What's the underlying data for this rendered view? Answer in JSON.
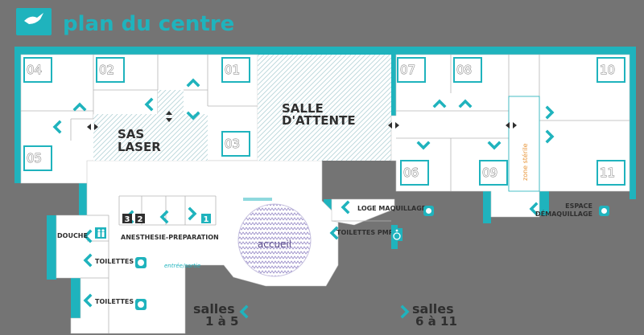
{
  "header": {
    "title": "plan du centre"
  },
  "colors": {
    "background": "#747474",
    "accent": "#1fb3bd",
    "floor": "#ffffff",
    "text": "#2f2f2f",
    "waiting_pattern": "#cfe3e6",
    "reception_pattern": "#9b8fc9",
    "sterile_label": "#e8963a"
  },
  "rooms": {
    "r04": "04",
    "r02": "02",
    "r01": "01",
    "r03": "03",
    "r05": "05",
    "r07": "07",
    "r08": "08",
    "r10": "10",
    "r06": "06",
    "r09": "09",
    "r11": "11"
  },
  "labels": {
    "sas_laser_1": "SAS",
    "sas_laser_2": "LASER",
    "salle_attente_1": "SALLE",
    "salle_attente_2": "D'ATTENTE",
    "zone_sterile": "zone stérile",
    "loge_maquillage": "LOGE MAQUILLAGE",
    "espace_demaquillage_1": "ESPACE",
    "espace_demaquillage_2": "DÉMAQUILLAGE",
    "toilettes_pmr": "TOILETTES PMR",
    "douche": "DOUCHE",
    "anesthesie": "ANESTHESIE-PREPARATION",
    "toilettes_f": "TOILETTES F",
    "toilettes_h": "TOILETTES H",
    "entree_sortie": "entrée/sortie",
    "accueil": "accueil",
    "salles_left_word": "salles",
    "salles_left_range": "1 à 5",
    "salles_right_word": "salles",
    "salles_right_range": "6 à 11",
    "booth_1": "1",
    "booth_2": "2",
    "booth_3": "3"
  },
  "icons": [
    "hummingbird-logo-icon",
    "chevron-up-icon",
    "chevron-down-icon",
    "chevron-left-icon",
    "chevron-right-icon",
    "double-arrow-icon",
    "wheelchair-icon",
    "shower-people-icon",
    "female-face-icon",
    "male-face-icon",
    "makeup-icon"
  ]
}
